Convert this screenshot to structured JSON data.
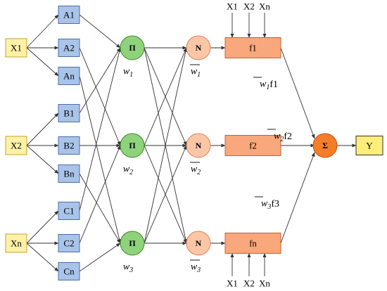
{
  "colors": {
    "input_fill": "#fff2a8",
    "input_stroke": "#c9a227",
    "mf_fill": "#a9c4e8",
    "mf_stroke": "#4a6fa5",
    "pi_fill": "#8fd27c",
    "pi_stroke": "#3d8b2c",
    "n_fill": "#fbc6a6",
    "n_stroke": "#d8835a",
    "f_fill": "#f9a77c",
    "f_stroke": "#c8602e",
    "sum_fill": "#f47d2a",
    "sum_stroke": "#c05312",
    "out_fill": "#ffee7a",
    "out_stroke": "#333333",
    "line": "#333333"
  },
  "inputs": [
    "X1",
    "X2",
    "Xn"
  ],
  "membership": [
    [
      "A1",
      "A2",
      "An"
    ],
    [
      "B1",
      "B2",
      "Bn"
    ],
    [
      "C1",
      "C2",
      "Cn"
    ]
  ],
  "pi_nodes": [
    {
      "symbol": "Π",
      "w": "w",
      "sub": "1"
    },
    {
      "symbol": "Π",
      "w": "w",
      "sub": "2"
    },
    {
      "symbol": "Π",
      "w": "w",
      "sub": "3"
    }
  ],
  "norm_nodes": [
    {
      "symbol": "N",
      "w": "w",
      "sub": "1"
    },
    {
      "symbol": "N",
      "w": "w",
      "sub": "2"
    },
    {
      "symbol": "N",
      "w": "w",
      "sub": "3"
    }
  ],
  "f_nodes": [
    "f1",
    "f2",
    "fn"
  ],
  "weighted_labels": [
    {
      "w": "w",
      "sub": "1",
      "f": "f1"
    },
    {
      "w": "w",
      "sub": "2",
      "f": "f2"
    },
    {
      "w": "w",
      "sub": "3",
      "f": "f3"
    }
  ],
  "top_inputs": [
    "X1",
    "X2",
    "Xn"
  ],
  "bottom_inputs": [
    "X1",
    "X2",
    "Xn"
  ],
  "sum_symbol": "Σ",
  "output": "Y"
}
